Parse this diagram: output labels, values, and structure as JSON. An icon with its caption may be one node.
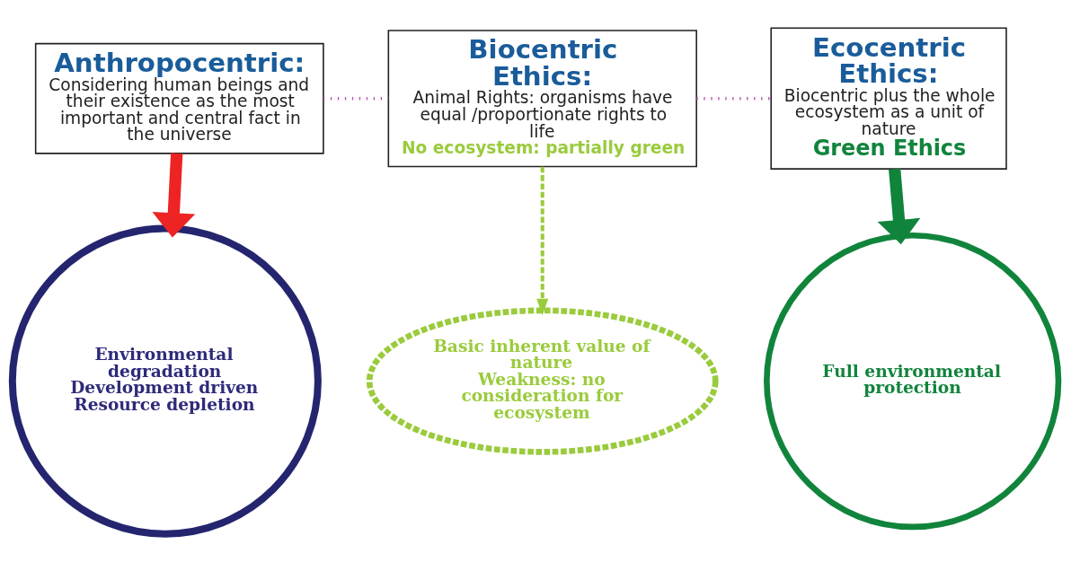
{
  "diagram": {
    "nodes": [
      {
        "text": [
          "Anthropocentric:",
          "Considering human beings and their existence as the most important and central fact in the universe"
        ]
      },
      {
        "text": [
          "Biocentric Ethics:",
          "Animal Rights: organisms have equal /proportionate rights to life",
          "No ecosystem: partially green"
        ]
      },
      {
        "text": [
          "Ecocentric Ethics:",
          "Biocentric plus the whole ecosystem as a unit of nature",
          "Green Ethics"
        ]
      },
      {
        "text": [
          "Environmental degradation",
          "Development driven",
          "Resource depletion"
        ]
      },
      {
        "text": [
          "Basic inherent value of nature",
          "Weakness: no consideration for ecosystem"
        ]
      },
      {
        "text": [
          "Full environmental protection"
        ]
      }
    ],
    "edges": [
      {
        "from": 0,
        "to": 1,
        "arrow": "none",
        "style": "dashed",
        "color": "#b452b4"
      },
      {
        "from": 1,
        "to": 2,
        "arrow": "none",
        "style": "dashed",
        "color": "#b452b4"
      },
      {
        "from": 0,
        "to": 3,
        "arrow": "to",
        "style": "thick",
        "color": "#ee2424"
      },
      {
        "from": 1,
        "to": 4,
        "arrow": "to",
        "style": "dashed",
        "color": "#9acb3c"
      },
      {
        "from": 2,
        "to": 5,
        "arrow": "to",
        "style": "thick",
        "color": "#11843c"
      }
    ]
  }
}
